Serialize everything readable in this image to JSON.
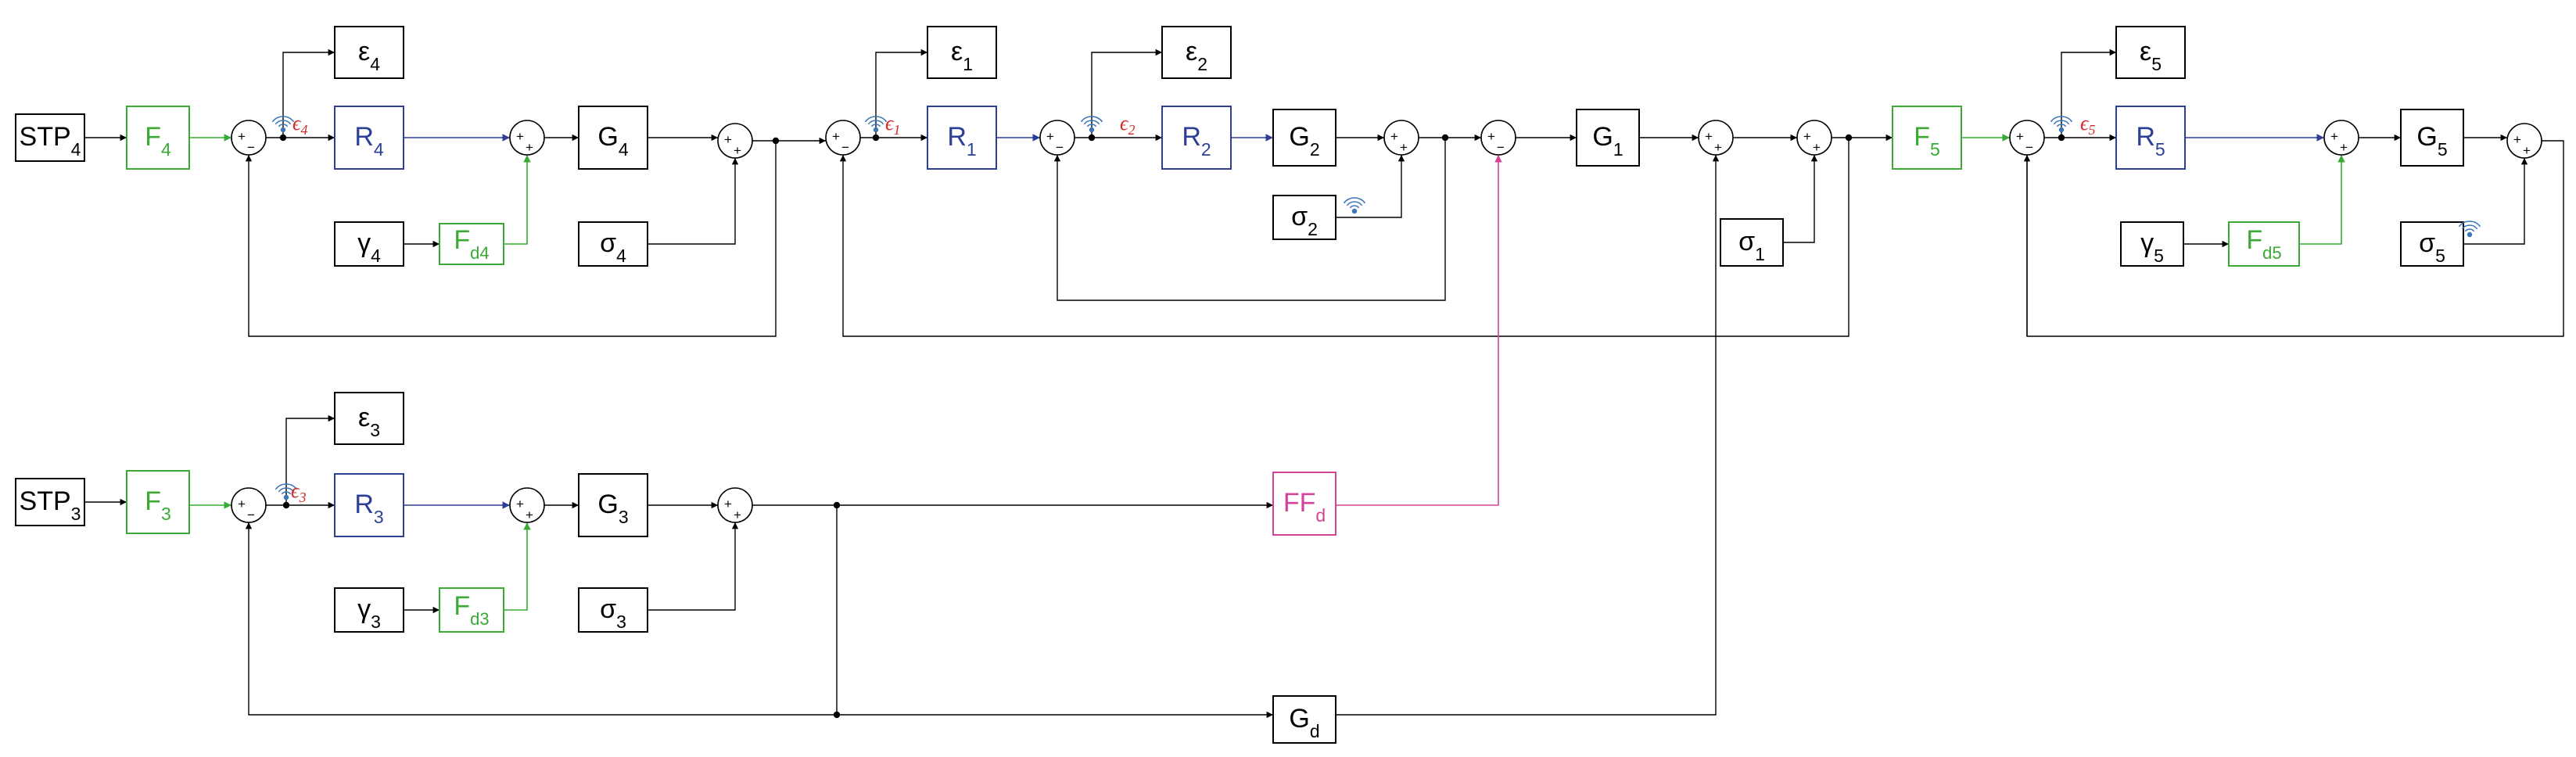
{
  "colors": {
    "black": "#000000",
    "blue": "#2b3f96",
    "green": "#3aaa35",
    "magenta": "#d4439a",
    "red": "#d42a2a",
    "wireless": "#3b76b8"
  },
  "blocks": {
    "stp4": {
      "main": "STP",
      "sub": "4"
    },
    "f4": {
      "main": "F",
      "sub": "4"
    },
    "eps4_box": {
      "main": "ε",
      "sub": "4"
    },
    "r4": {
      "main": "R",
      "sub": "4"
    },
    "g4": {
      "main": "G",
      "sub": "4"
    },
    "gamma4": {
      "main": "γ",
      "sub": "4"
    },
    "fd4": {
      "main": "F",
      "sub": "d4"
    },
    "sigma4": {
      "main": "σ",
      "sub": "4"
    },
    "eps1_box": {
      "main": "ε",
      "sub": "1"
    },
    "r1": {
      "main": "R",
      "sub": "1"
    },
    "eps2_box": {
      "main": "ε",
      "sub": "2"
    },
    "r2": {
      "main": "R",
      "sub": "2"
    },
    "g2": {
      "main": "G",
      "sub": "2"
    },
    "sigma2": {
      "main": "σ",
      "sub": "2"
    },
    "g1": {
      "main": "G",
      "sub": "1"
    },
    "sigma1": {
      "main": "σ",
      "sub": "1"
    },
    "f5": {
      "main": "F",
      "sub": "5"
    },
    "eps5_box": {
      "main": "ε",
      "sub": "5"
    },
    "r5": {
      "main": "R",
      "sub": "5"
    },
    "g5": {
      "main": "G",
      "sub": "5"
    },
    "gamma5": {
      "main": "γ",
      "sub": "5"
    },
    "fd5": {
      "main": "F",
      "sub": "d5"
    },
    "sigma5": {
      "main": "σ",
      "sub": "5"
    },
    "stp3": {
      "main": "STP",
      "sub": "3"
    },
    "f3": {
      "main": "F",
      "sub": "3"
    },
    "eps3_box": {
      "main": "ε",
      "sub": "3"
    },
    "r3": {
      "main": "R",
      "sub": "3"
    },
    "g3": {
      "main": "G",
      "sub": "3"
    },
    "gamma3": {
      "main": "γ",
      "sub": "3"
    },
    "fd3": {
      "main": "F",
      "sub": "d3"
    },
    "sigma3": {
      "main": "σ",
      "sub": "3"
    },
    "ffd": {
      "main": "FF",
      "sub": "d"
    },
    "gd": {
      "main": "G",
      "sub": "d"
    }
  },
  "error_labels": {
    "e4": "ϵ4",
    "e1": "ϵ1",
    "e2": "ϵ2",
    "e5": "ϵ5",
    "e3": "ϵ3"
  },
  "sign_labels": {
    "plus": "+",
    "minus": "−"
  },
  "icons": {
    "wireless": "wireless-signal-icon"
  }
}
